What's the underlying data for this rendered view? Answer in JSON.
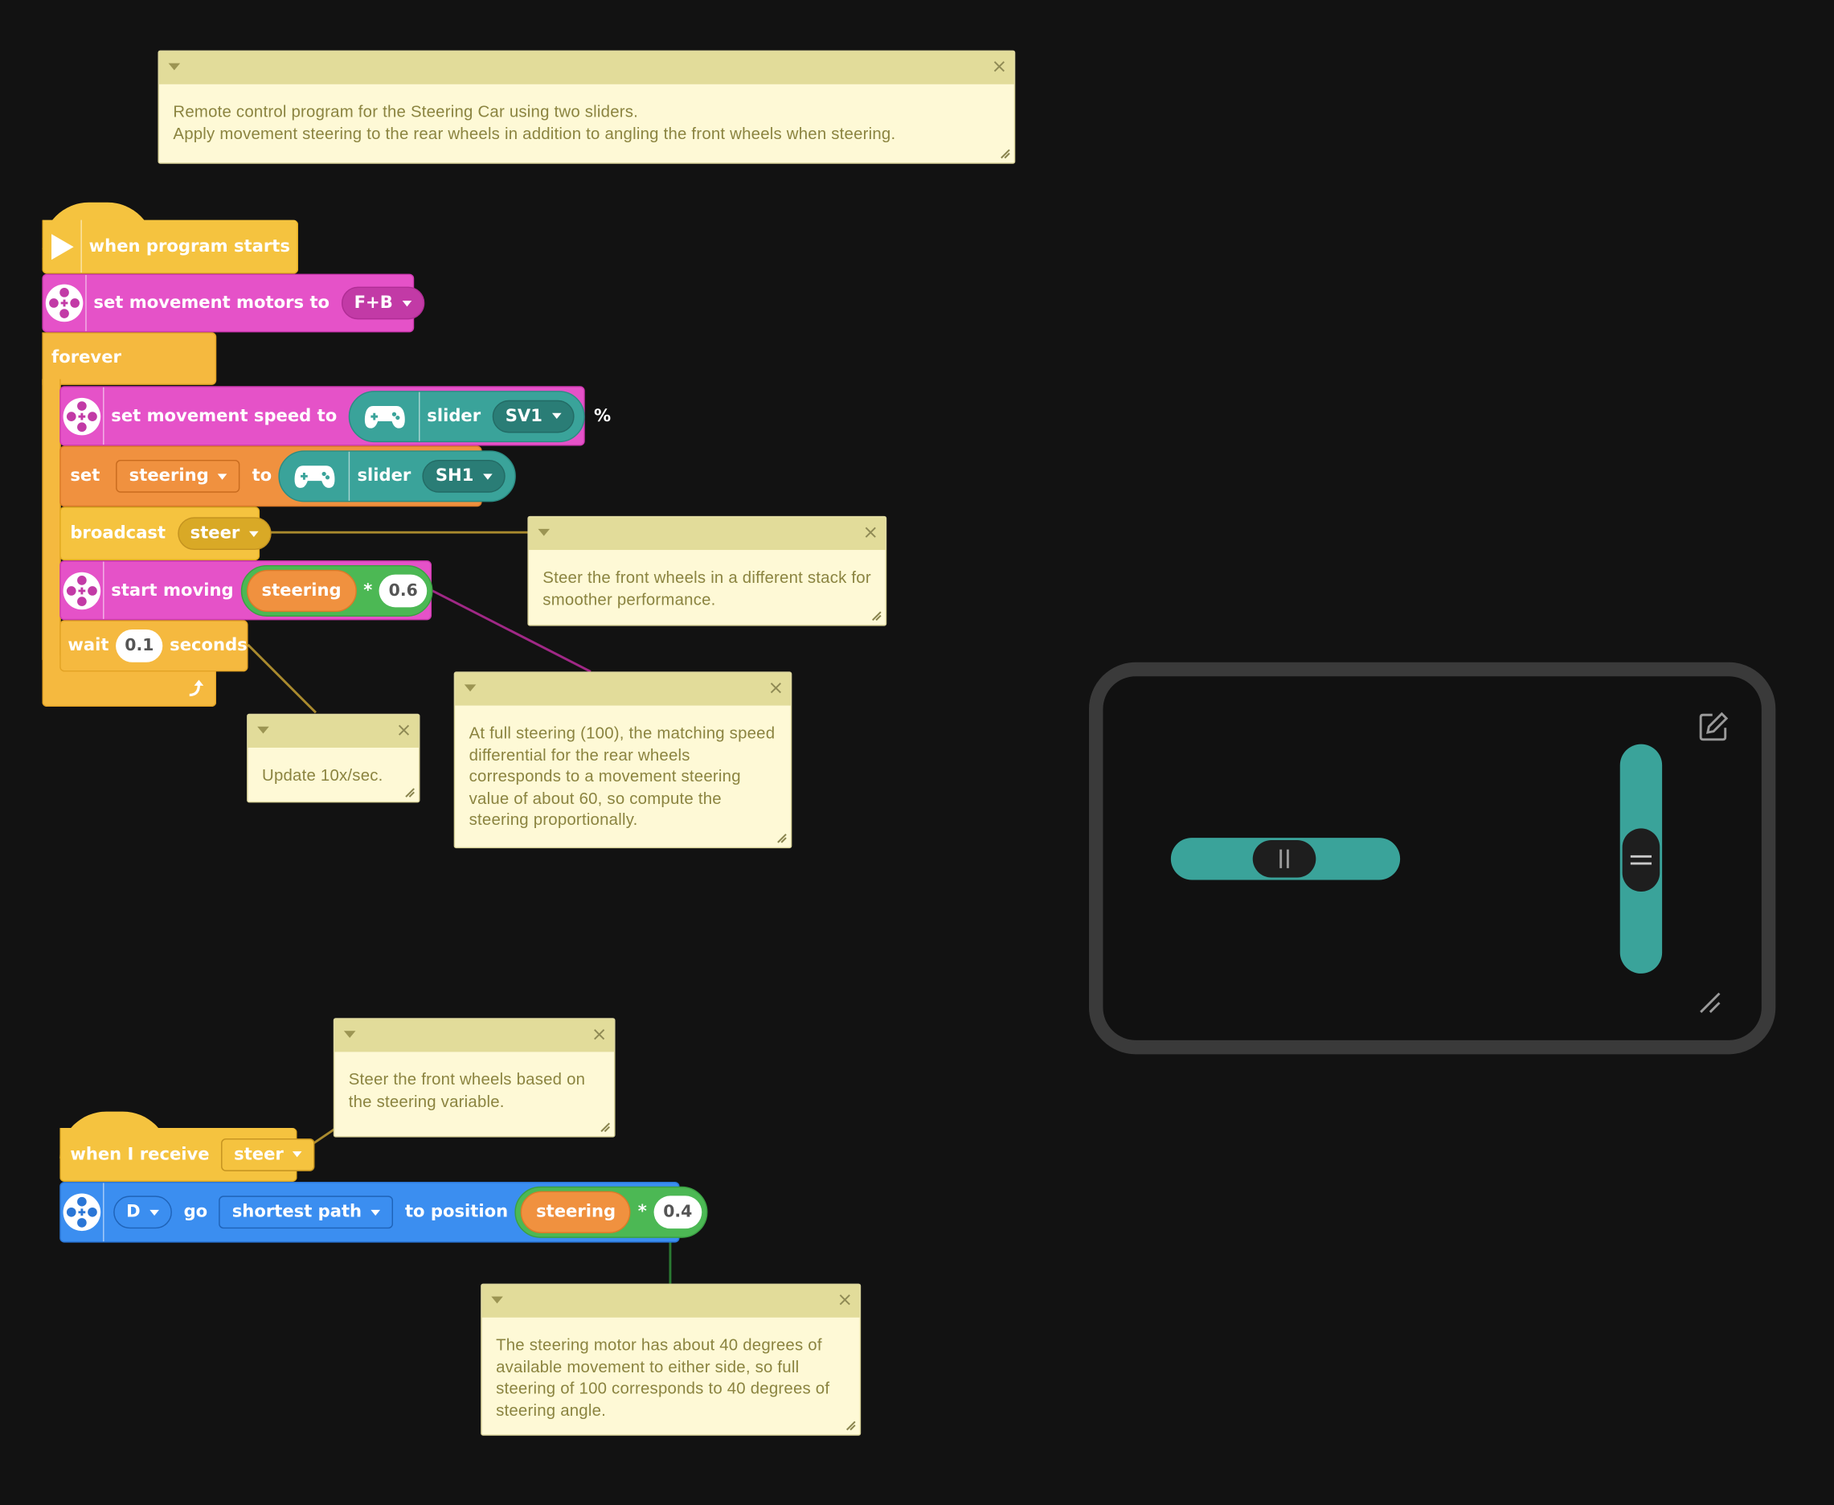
{
  "comments": {
    "top": {
      "line1": "Remote control program for the Steering Car using two sliders.",
      "line2": "Apply movement steering to the rear wheels in addition to angling the front wheels when steering."
    },
    "steer_stack": "Steer the front wheels in a different stack for smoother performance.",
    "update_rate": "Update 10x/sec.",
    "full_steering": "At full steering (100), the matching speed differential for the rear wheels corresponds to a movement steering value of about 60, so compute the steering proportionally.",
    "front_wheels": "Steer the front wheels based on the steering variable.",
    "motor_degrees": "The steering motor has about 40 degrees of available movement to either side, so full steering of 100 corresponds to 40 degrees of steering angle.",
    "close_glyph": "×"
  },
  "blocks": {
    "when_program_starts": "when program starts",
    "set_movement_motors": {
      "label": "set movement motors to",
      "value": "F+B"
    },
    "forever": "forever",
    "set_movement_speed": {
      "label": "set movement speed to",
      "slider_label": "slider",
      "slider_value": "SV1",
      "unit": "%"
    },
    "set_var": {
      "label_set": "set",
      "var": "steering",
      "label_to": "to",
      "slider_label": "slider",
      "slider_value": "SH1"
    },
    "broadcast": {
      "label": "broadcast",
      "message": "steer"
    },
    "start_moving": {
      "label": "start moving",
      "var": "steering",
      "op": "*",
      "factor": "0.6"
    },
    "wait": {
      "label": "wait",
      "value": "0.1",
      "unit": "seconds"
    },
    "when_i_receive": {
      "label": "when I receive",
      "message": "steer"
    },
    "motor_go": {
      "port": "D",
      "label_go": "go",
      "path": "shortest path",
      "label_to": "to position",
      "var": "steering",
      "op": "*",
      "factor": "0.4"
    }
  },
  "remote": {
    "horizontal_slider": "SH1",
    "vertical_slider": "SV1",
    "icons": [
      "edit-icon",
      "resize-icon"
    ]
  },
  "colors": {
    "background": "#121212",
    "events_yellow": "#f5c33f",
    "movement_pink": "#e552c8",
    "variables_orange": "#f0913f",
    "control_yellow": "#f5b93f",
    "motors_blue": "#3b8ef0",
    "remote_teal": "#3aa39a",
    "operators_green": "#4cb854",
    "comment_bg": "#fef9d6"
  }
}
